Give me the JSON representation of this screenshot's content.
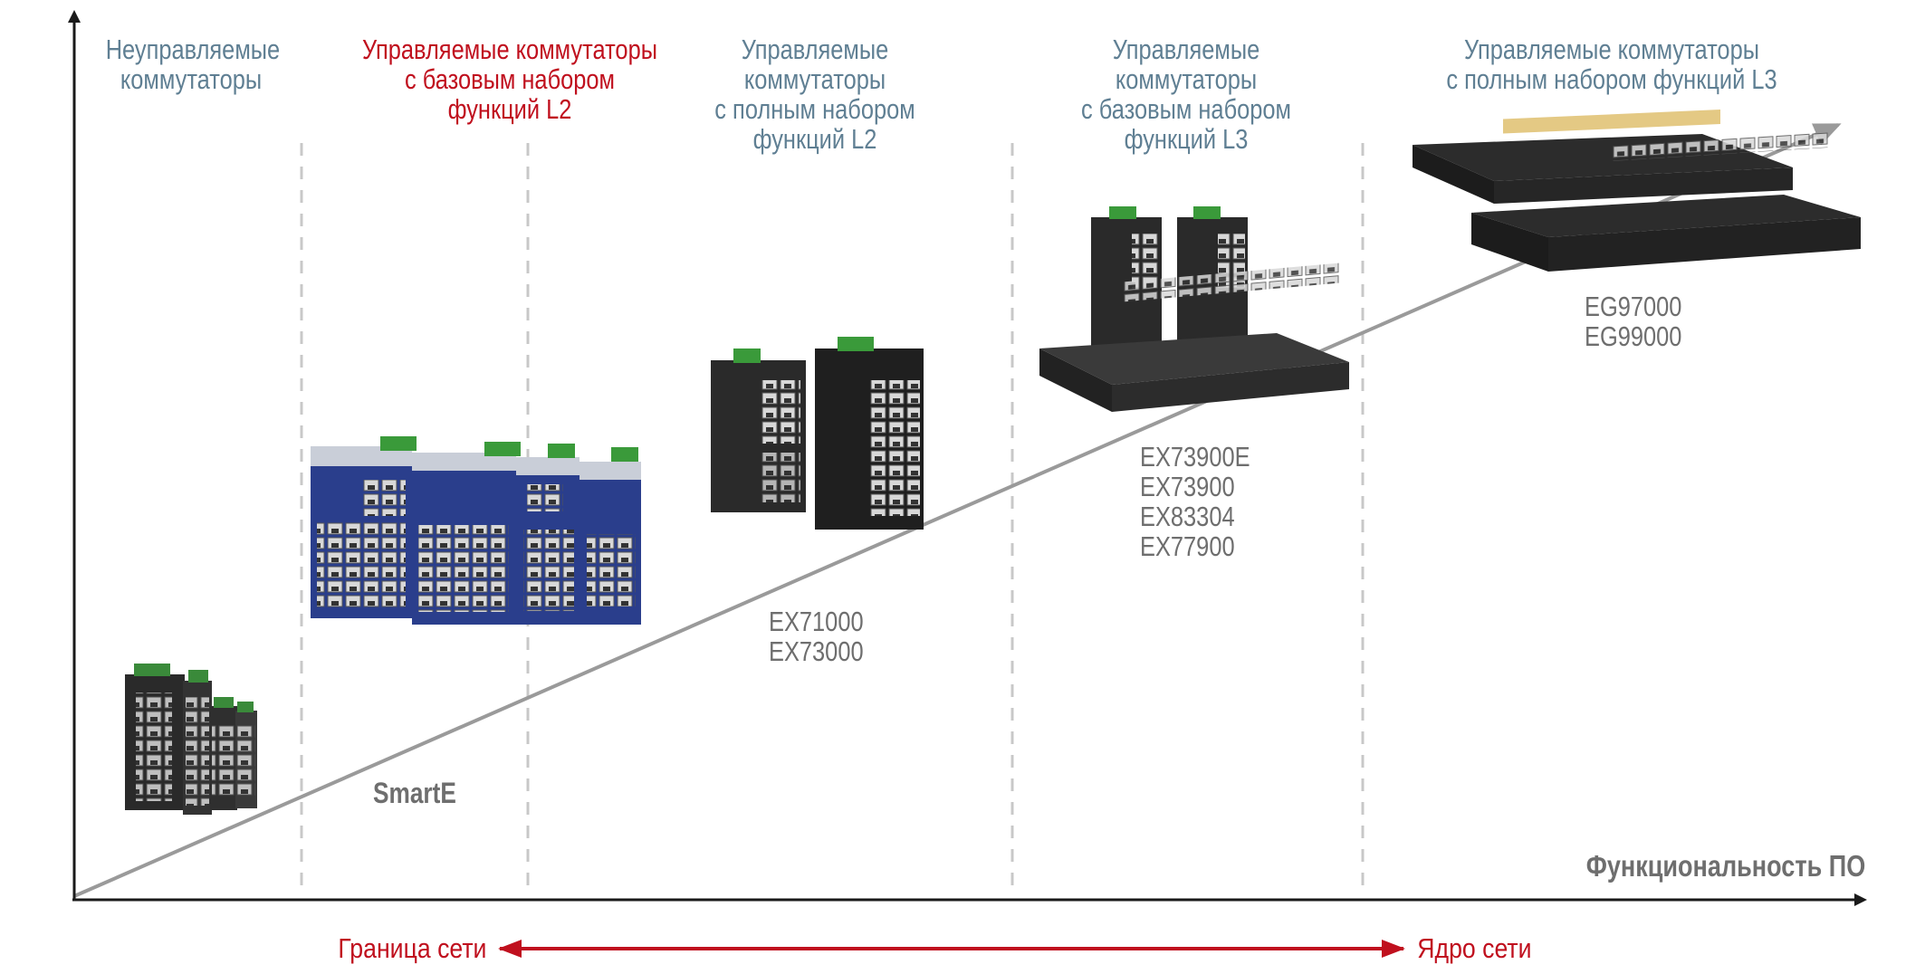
{
  "categories": [
    {
      "lines": [
        "Неуправляемые",
        "коммутаторы"
      ],
      "color": "#5f7f93"
    },
    {
      "lines": [
        "Управляемые коммутаторы",
        "с базовым набором",
        "функций L2"
      ],
      "color": "#c0101e"
    },
    {
      "lines": [
        "Управляемые",
        "коммутаторы",
        "с полным набором",
        "функций L2"
      ],
      "color": "#5f7f93"
    },
    {
      "lines": [
        "Управляемые",
        "коммутаторы",
        "с базовым набором",
        "функций L3"
      ],
      "color": "#5f7f93"
    },
    {
      "lines": [
        "Управляемые коммутаторы",
        "с полным набором функций L3"
      ],
      "color": "#5f7f93"
    }
  ],
  "products": {
    "smarte": "SmartE",
    "l2_full": [
      "EX71000",
      "EX73000"
    ],
    "l3_basic": [
      "EX73900E",
      "EX73900",
      "EX83304",
      "EX77900"
    ],
    "l3_full": [
      "EG97000",
      "EG99000"
    ]
  },
  "axis": {
    "x_label": "Функциональность ПО"
  },
  "edge_core": {
    "left": "Граница сети",
    "right": "Ядро сети",
    "color": "#c0101e"
  },
  "colors": {
    "axis": "#1a1a1a",
    "trend": "#9a9a9a",
    "divider": "#c8c8c8",
    "switch_blue": "#2a3e8c",
    "switch_dark": "#2a2a2a"
  }
}
